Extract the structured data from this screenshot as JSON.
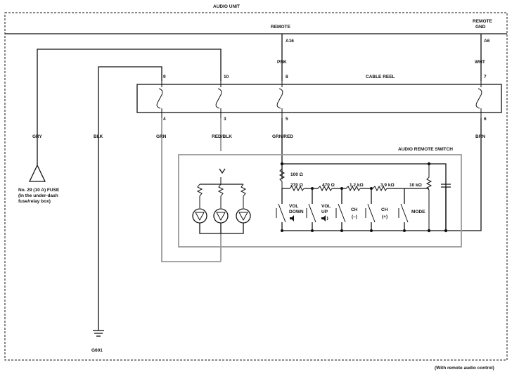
{
  "labels": {
    "audio_unit": "AUDIO UNIT",
    "remote": "REMOTE",
    "remote_gnd_1": "REMOTE",
    "remote_gnd_2": "GND",
    "cable_reel": "CABLE REEL",
    "audio_remote_switch": "AUDIO REMOTE SWITCH",
    "footer": "(With remote audio control)"
  },
  "pins": {
    "a16": "A16",
    "a6": "A6",
    "p9": "9",
    "p10": "10",
    "p8": "8",
    "p7": "7",
    "p4": "4",
    "p3": "3",
    "p5": "5",
    "p6": "6"
  },
  "wires": {
    "pnk": "PNK",
    "wht": "WHT",
    "gry": "GRY",
    "blk": "BLK",
    "grn": "GRN",
    "red_blk": "RED/BLK",
    "grn_red": "GRN/RED",
    "brn": "BRN"
  },
  "fuse": {
    "line1": "No. 29 (10 A) FUSE",
    "line2": "(In the under-dash",
    "line3": "fuse/relay box)"
  },
  "ground": "G601",
  "resistors": {
    "r100": "100 Ω",
    "r270": "270 Ω",
    "r470": "470 Ω",
    "r1k2": "1.2 kΩ",
    "r3k9": "3.9 kΩ",
    "r10k": "10 kΩ"
  },
  "switches": {
    "vol_down_1": "VOL",
    "vol_down_2": "DOWN",
    "vol_up_1": "VOL",
    "vol_up_2": "UP",
    "ch_minus_1": "CH",
    "ch_minus_2": "(–)",
    "ch_plus_1": "CH",
    "ch_plus_2": "(+)",
    "mode": "MODE"
  }
}
